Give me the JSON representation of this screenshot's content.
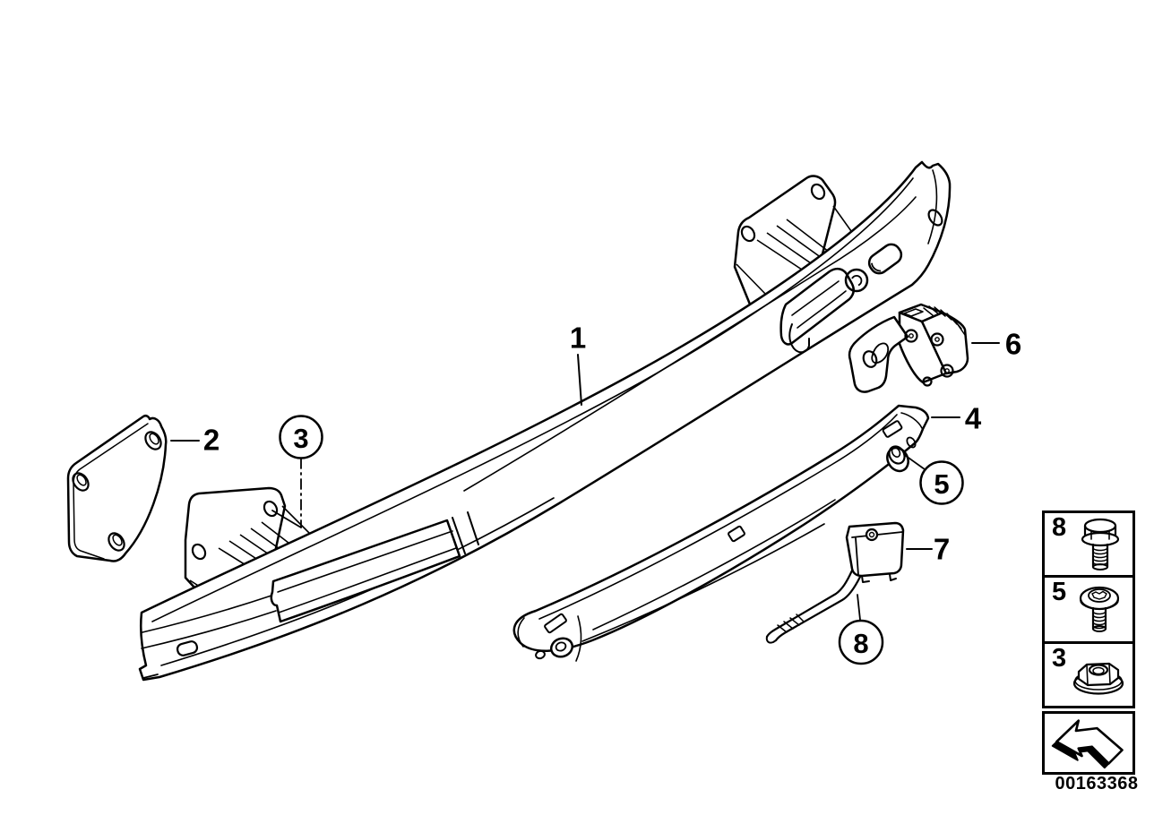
{
  "diagram": {
    "background": "#ffffff",
    "line_color": "#000000",
    "callouts": {
      "c1": "1",
      "c2": "2",
      "c3": "3",
      "c4": "4",
      "c5": "5",
      "c6": "6",
      "c7": "7",
      "c8": "8"
    },
    "legend": {
      "rows": [
        {
          "label": "8",
          "icon": "hex-flange-bolt-icon"
        },
        {
          "label": "5",
          "icon": "torx-pan-screw-icon"
        },
        {
          "label": "3",
          "icon": "hex-flange-nut-icon"
        }
      ],
      "direction_icon": "bent-arrow-icon"
    },
    "part_number": "00163368"
  }
}
